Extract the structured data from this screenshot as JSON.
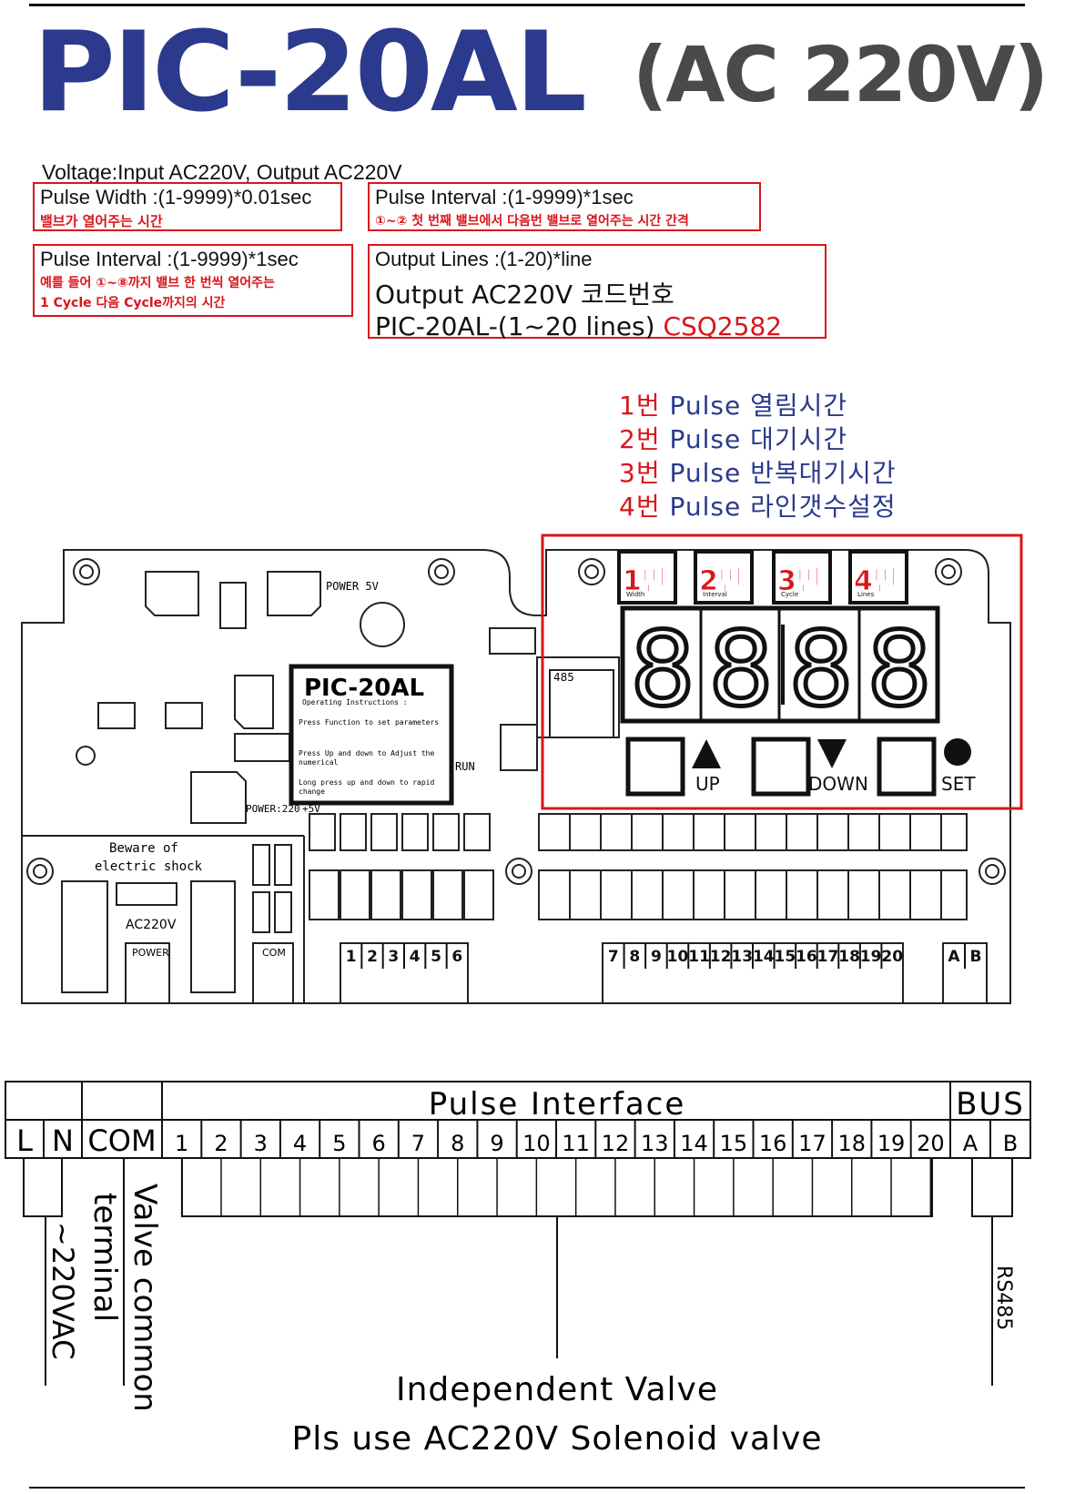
{
  "header": {
    "model": "PIC-20AL",
    "voltage_tag": "(AC 220V)",
    "voltage_line": "Voltage:Input AC220V, Output AC220V"
  },
  "specs": {
    "pulse_width": {
      "label": "Pulse Width :(1-9999)*0.01sec",
      "note": "밸브가 열어주는 시간"
    },
    "pulse_interval": {
      "label": "Pulse Interval :(1-9999)*1sec",
      "note": "①~② 첫 번째 밸브에서 다음번 밸브로 열어주는 시간 간격"
    },
    "cycle_interval": {
      "label": "Pulse Interval :(1-9999)*1sec",
      "note_line1": "예를 들어 ①~⑧까지 밸브 한 번씩 열어주는",
      "note_line2": "1 Cycle 다음 Cycle까지의 시간"
    },
    "output_lines": {
      "label": "Output Lines :(1-20)*line",
      "line2": "Output AC220V 코드번호",
      "line3": "PIC-20AL-(1~20 lines)",
      "code": "CSQ2582"
    }
  },
  "legend": [
    {
      "num": "1번",
      "text": " Pulse 열림시간"
    },
    {
      "num": "2번",
      "text": " Pulse 대기시간"
    },
    {
      "num": "3번",
      "text": " Pulse 반복대기시간"
    },
    {
      "num": "4번",
      "text": " Pulse 라인갯수설정"
    }
  ],
  "board": {
    "power_5v": "POWER 5V",
    "label_title": "PIC-20AL",
    "label_lines": [
      "Operating Instructions  :",
      "Press Function to set parameters",
      "Press Up and down to Adjust the",
      "numerical",
      "Long press up and down to rapid",
      "change"
    ],
    "run": "RUN",
    "power_220": "POWER:220",
    "plus5v": "+5V",
    "port_485": "485",
    "warning_line1": "Beware of",
    "warning_line2": "electric shock",
    "ac220v": "AC220V",
    "power_conn": "POWER",
    "com_conn": "COM",
    "indicators": [
      {
        "tag": "1번",
        "small": "Width"
      },
      {
        "tag": "2번",
        "small": "Interval"
      },
      {
        "tag": "3번",
        "small": "Cycle"
      },
      {
        "tag": "4번",
        "small": "Lines"
      }
    ],
    "display_digits": [
      "8",
      "8",
      "8",
      "8"
    ],
    "buttons": {
      "up": "UP",
      "down": "DOWN",
      "set": "SET"
    },
    "terminals_a": [
      "1",
      "2",
      "3",
      "4",
      "5",
      "6"
    ],
    "terminals_b": [
      "7",
      "8",
      "9",
      "10",
      "11",
      "12",
      "13",
      "14",
      "15",
      "16",
      "17",
      "18",
      "19",
      "20"
    ],
    "terminals_bus": [
      "A",
      "B"
    ]
  },
  "wiring": {
    "pulse_interface": "Pulse Interface",
    "bus": "BUS",
    "columns": [
      "L",
      "N",
      "COM",
      "1",
      "2",
      "3",
      "4",
      "5",
      "6",
      "7",
      "8",
      "9",
      "10",
      "11",
      "12",
      "13",
      "14",
      "15",
      "16",
      "17",
      "18",
      "19",
      "20",
      "A",
      "B"
    ],
    "ac_label": "~220VAC",
    "terminal_label": "terminal",
    "valve_common_label": "Valve common",
    "rs485_label": "RS485",
    "independent_valve": "Independent Valve",
    "solenoid_note": "Pls use AC220V Solenoid valve"
  },
  "colors": {
    "title_blue": "#2b3a8c",
    "accent_red": "#d9151b",
    "sub_gray": "#4a4a4a"
  }
}
